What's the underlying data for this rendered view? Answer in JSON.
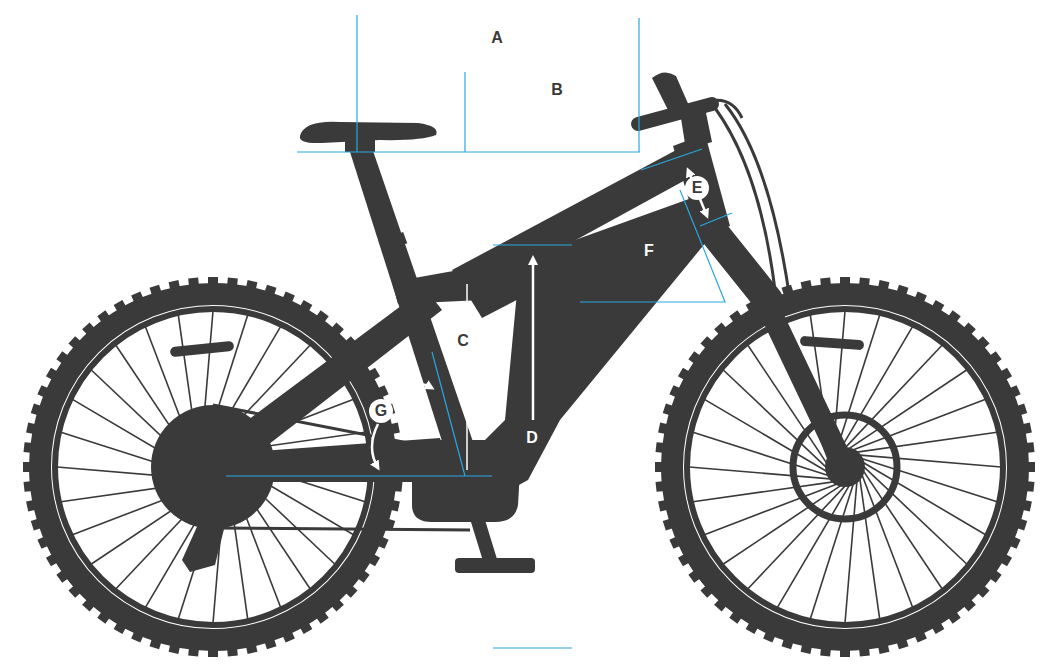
{
  "diagram": {
    "nodes": [
      {
        "text": [
          "E"
        ]
      },
      {
        "text": [
          "C"
        ]
      },
      {
        "text": [
          "G"
        ]
      }
    ],
    "labels": [
      "A",
      "B",
      "F",
      "D"
    ]
  }
}
